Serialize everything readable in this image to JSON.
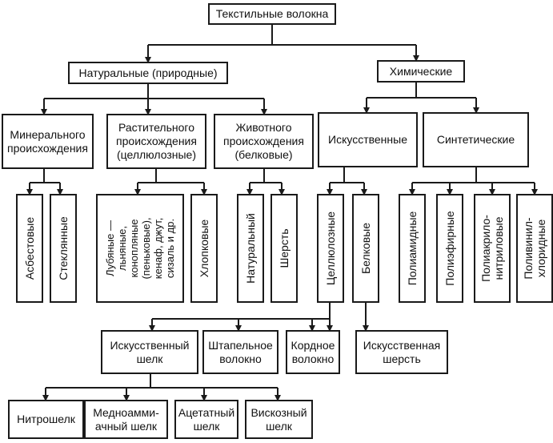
{
  "root": "Текстильные волокна",
  "natural": "Натуральные (природные)",
  "chemical": "Химические",
  "mineral": "Минерального\nпроисхождения",
  "plant": "Растительного\nпроисхождения\n(целлюлозные)",
  "animal": "Животного\nпроисхождения\n(белковые)",
  "artificial": "Искусственные",
  "synthetic": "Синтетические",
  "asbestos": "Асбестовые",
  "glass": "Стеклянные",
  "bast": "Лубяные —\nльняные,\nконопляные\n(пеньковые),\nкенаф, джут,\nсизаль и др.",
  "cotton": "Хлопковые",
  "silk_natural": "Натуральный",
  "wool": "Шерсть",
  "cellulose": "Целлюлозные",
  "protein": "Белковые",
  "polyamide": "Полиамидные",
  "polyester": "Полиэфирные",
  "polyacrylonitrile": "Полиакрило-\nнитриловые",
  "polyvinylchloride": "Поливинил-\nхлоридные",
  "artificial_silk": "Искусственный\nшелк",
  "staple": "Штапельное\nволокно",
  "cord": "Кордное\nволокно",
  "artificial_wool": "Искусственная\nшерсть",
  "nitrosilk": "Нитрошелк",
  "cuprammonium": "Медноамми-\nачный шелк",
  "acetate": "Ацетатный\nшелк",
  "viscose": "Вискозный\nшелк"
}
